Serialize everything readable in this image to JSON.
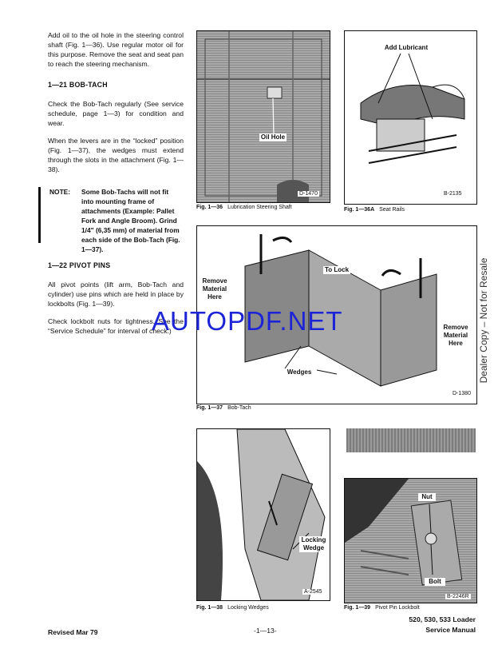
{
  "text_column": {
    "intro": "Add oil to the oil hole in the steering control shaft (Fig. 1—36). Use regular motor oil for this purpose. Remove the seat and seat pan to reach the steering mechanism.",
    "bobtach_heading": "1—21 BOB-TACH",
    "bobtach_p1": "Check the Bob-Tach regularly (See service schedule, page 1—3) for condition and wear.",
    "bobtach_p2": "When the levers are in the “locked” position (Fig. 1—37), the wedges must extend through the slots in the attachment (Fig. 1—38).",
    "note_label": "NOTE:",
    "note_body": "Some Bob-Tachs will not fit into mounting frame of attachments (Example: Pallet Fork and Angle Broom). Grind 1/4\" (6,35 mm) of material from each side of the Bob-Tach (Fig. 1—37).",
    "pivot_heading": "1—22 PIVOT PINS",
    "pivot_p1": "All pivot points (lift arm, Bob-Tach and cylinder) use pins which are held in place by lockbolts (Fig. 1—39).",
    "pivot_p2": "Check lockbolt nuts for tightness. See the “Service Schedule” for interval of check.)"
  },
  "figures": {
    "fig36": {
      "number": "Fig. 1—36",
      "title": "Lubrication Steering Shaft",
      "code": "D-1470",
      "callout": "Oil Hole"
    },
    "fig36a": {
      "number": "Fig. 1—36A",
      "title": "Seat Rails",
      "code": "B-2135",
      "callout": "Add Lubricant"
    },
    "fig37": {
      "number": "Fig. 1—37",
      "title": "Bob-Tach",
      "code": "D-1380",
      "callout_left": "Remove Material Here",
      "callout_right": "Remove Material Here",
      "callout_top": "To Lock",
      "callout_bottom": "Wedges"
    },
    "fig38": {
      "number": "Fig. 1—38",
      "title": "Locking Wedges",
      "code": "A-2545",
      "callout": "Locking Wedge"
    },
    "fig39": {
      "number": "Fig. 1—39",
      "title": "Pivot Pin Lockbolt",
      "code": "B-2246R",
      "callout_top": "Nut",
      "callout_bottom": "Bolt"
    }
  },
  "footer": {
    "revised": "Revised Mar 79",
    "page": "-1—13-",
    "model": "520, 530, 533 Loader",
    "manual": "Service Manual"
  },
  "watermarks": {
    "side": "Dealer Copy – Not for Resale",
    "main": "AUTOPDF.NET"
  }
}
